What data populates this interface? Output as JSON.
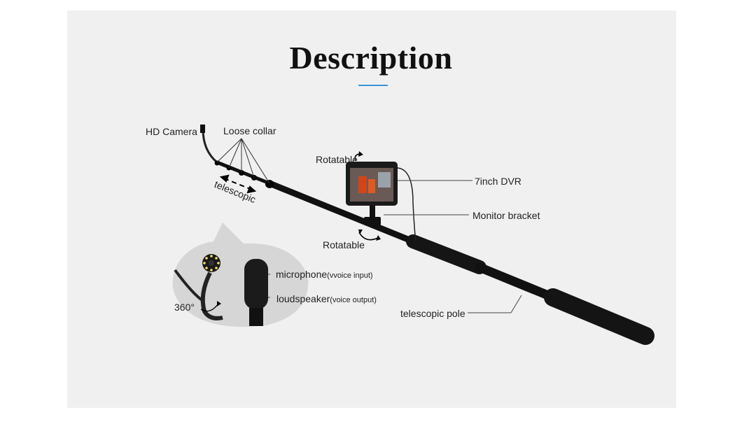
{
  "title": "Description",
  "labels": {
    "hd_camera": "HD Camera",
    "loose_collar": "Loose collar",
    "telescopic": "telescopic",
    "rotatable_top": "Rotatable",
    "dvr": "7inch DVR",
    "monitor_bracket": "Monitor bracket",
    "rotatable_bottom": "Rotatable",
    "microphone": "microphone",
    "microphone_note": "(vvoice input)",
    "loudspeaker": "loudspeaker",
    "loudspeaker_note": "(voice output)",
    "degrees": "360°",
    "telescopic_pole": "telescopic pole"
  },
  "colors": {
    "accent": "#3a93d6",
    "background": "#f0f0f0",
    "pole": "#111111"
  }
}
